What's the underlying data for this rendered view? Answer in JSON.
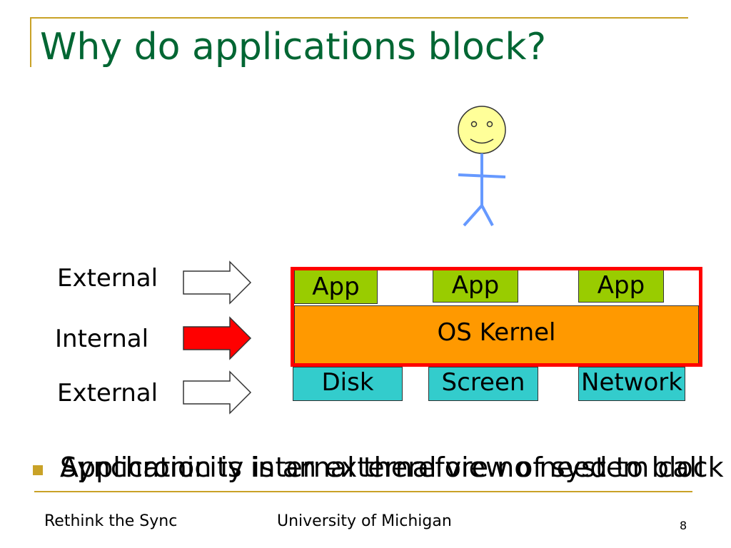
{
  "slide": {
    "title": "Why do applications block?",
    "labels": {
      "external_top": "External",
      "internal": "Internal",
      "external_bottom": "External"
    },
    "apps": [
      "App",
      "App",
      "App"
    ],
    "kernel": "OS Kernel",
    "devices": [
      "Disk",
      "Screen",
      "Network"
    ],
    "bullet_overlapping": [
      "Application is internal therefore no need to block",
      "Synchronicity is an external view of system call"
    ],
    "footer": {
      "left": "Rethink the Sync",
      "center": "University of Michigan",
      "page": "8"
    }
  },
  "colors": {
    "title": "#006633",
    "accent": "#c9a227",
    "app": "#99cc00",
    "kernel": "#ff9900",
    "device": "#33cccc",
    "highlight": "#ff0000",
    "stick_figure": "#6699ff",
    "face": "#ffff99"
  }
}
